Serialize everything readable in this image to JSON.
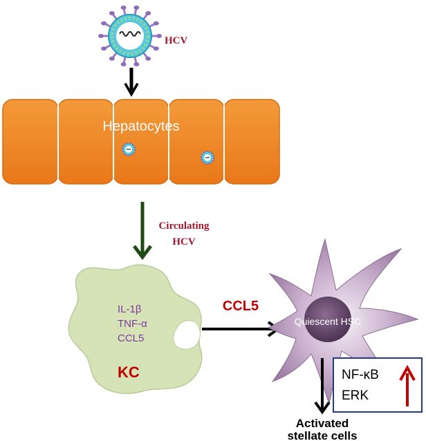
{
  "virus": {
    "label": "HCV"
  },
  "hepatocytes": {
    "label": "Hepatocytes"
  },
  "circulating": {
    "line1": "Circulating",
    "line2": "HCV"
  },
  "kc": {
    "markers": [
      "IL-1β",
      "TNF-α",
      "CCL5"
    ],
    "label": "KC"
  },
  "signal": {
    "label": "CCL5"
  },
  "hsc": {
    "label": "Quiescent HSC"
  },
  "pathways": {
    "items": [
      "NF-κB",
      "ERK"
    ]
  },
  "result": {
    "line1": "Activated",
    "line2": "stellate cells"
  },
  "colors": {
    "hepatocyte": "#f0861f",
    "kc_fill": "#d6e3b6",
    "hcv_text": "#a0152a",
    "kc_text": "#7b3a9c",
    "ccl5": "#c00000",
    "green_arrow": "#1f4a13",
    "box_border": "#1f3a8a",
    "up_arrow": "#c00000"
  }
}
